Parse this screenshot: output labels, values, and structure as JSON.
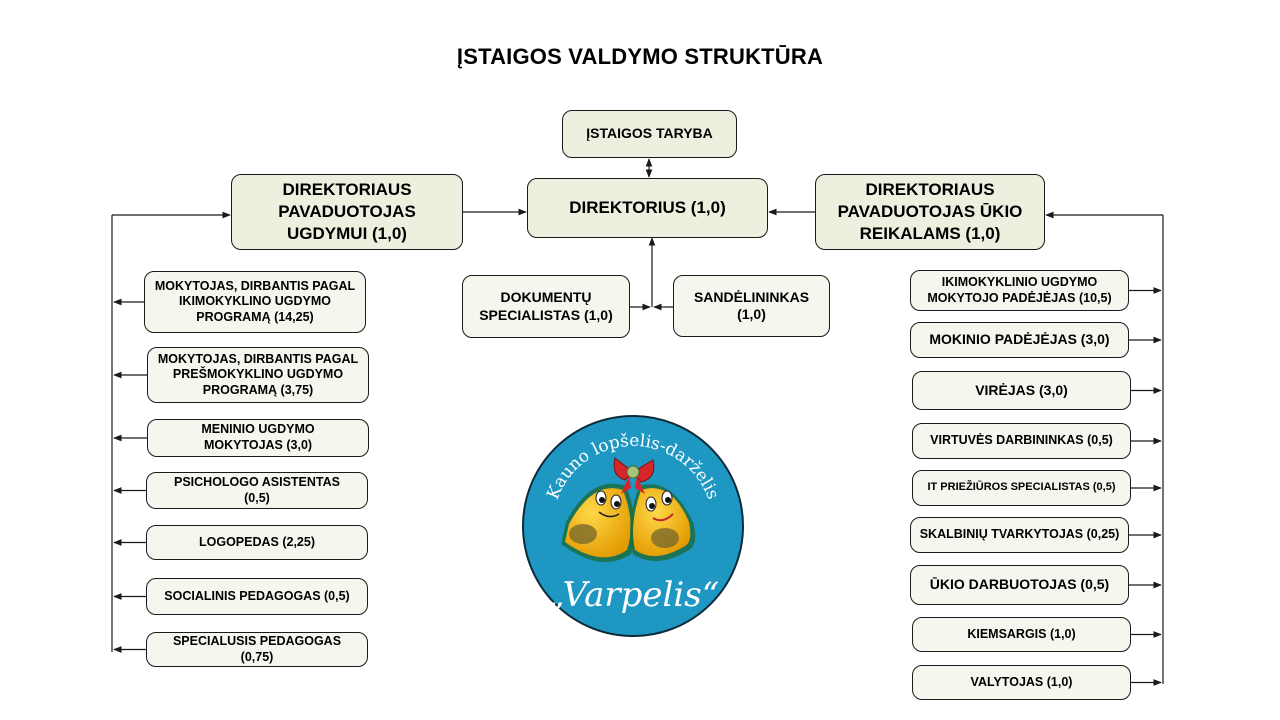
{
  "title": "ĮSTAIGOS VALDYMO STRUKTŪRA",
  "top": {
    "council": "ĮSTAIGOS TARYBA",
    "director": "DIREKTORIUS  (1,0)",
    "deputy_education": "DIREKTORIAUS PAVADUOTOJAS UGDYMUI  (1,0)",
    "deputy_economy": "DIREKTORIAUS PAVADUOTOJAS  ŪKIO REIKALAMS (1,0)",
    "documents_specialist": "DOKUMENTŲ SPECIALISTAS  (1,0)",
    "storekeeper": "SANDĖLININKAS (1,0)"
  },
  "left_staff": [
    "MOKYTOJAS, DIRBANTIS PAGAL IKIMOKYKLINO UGDYMO PROGRAMĄ (14,25)",
    "MOKYTOJAS, DIRBANTIS PAGAL PREŠMOKYKLINO UGDYMO PROGRAMĄ (3,75)",
    "MENINIO UGDYMO MOKYTOJAS (3,0)",
    "PSICHOLOGO ASISTENTAS (0,5)",
    "LOGOPEDAS (2,25)",
    "SOCIALINIS PEDAGOGAS (0,5)",
    "SPECIALUSIS PEDAGOGAS (0,75)"
  ],
  "right_staff": [
    "IKIMOKYKLINIO UGDYMO MOKYTOJO  PADĖJĖJAS (10,5)",
    "MOKINIO PADĖJĖJAS (3,0)",
    "VIRĖJAS (3,0)",
    "VIRTUVĖS DARBININKAS (0,5)",
    "IT PRIEŽIŪROS  SPECIALISTAS  (0,5)",
    "SKALBINIŲ TVARKYTOJAS (0,25)",
    "ŪKIO DARBUOTOJAS (0,5)",
    "KIEMSARGIS (1,0)",
    "VALYTOJAS (1,0)"
  ],
  "logo": {
    "top_text": "Kauno lopšelis-darželis",
    "bottom_text": "„Varpelis“",
    "colors": {
      "background": "#1e98c3",
      "bell": "#f5b400",
      "bow": "#d6262b",
      "text": "#ffffff"
    }
  },
  "colors": {
    "box_green": "#ebf1de",
    "box_light": "#f5f7ef",
    "line": "#1a1a1a"
  }
}
